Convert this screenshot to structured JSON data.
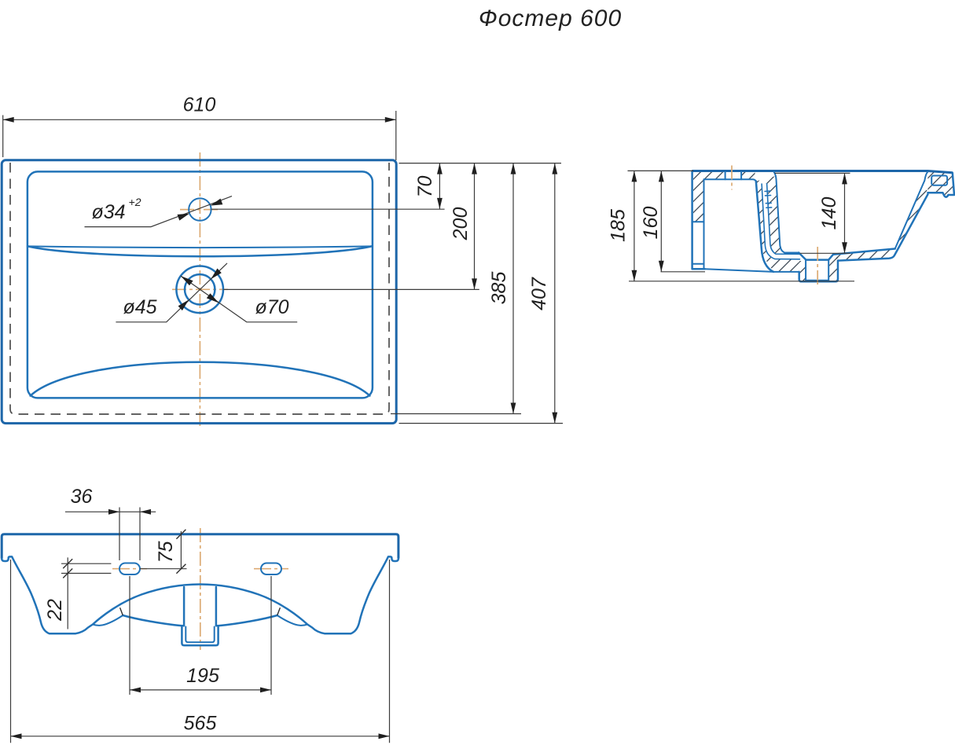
{
  "title": "Фостер 600",
  "colors": {
    "line_blue": "#2173b8",
    "line_blue_dark": "#1d66a9",
    "dim_dark": "#3b3b3b",
    "text_dark": "#212121",
    "centerline_orange": "#dcab74",
    "hatch": "#2e3b48",
    "hidden_gray": "#4d4d4d",
    "background": "#ffffff"
  },
  "top_view": {
    "dims": {
      "width": "610",
      "rim_to_faucet": "70",
      "rim_to_drain": "200",
      "inner_depth": "385",
      "total_depth": "407"
    },
    "labels": {
      "faucet_hole_diameter": "ø34",
      "faucet_hole_tolerance": "+2",
      "drain_inner_diameter": "ø45",
      "drain_outer_diameter": "ø70"
    }
  },
  "section_view": {
    "dims": {
      "total_height": "185",
      "back_wall_height": "160",
      "bowl_depth": "140"
    }
  },
  "front_view": {
    "dims": {
      "slot_width": "36",
      "slot_offset_from_top": "75",
      "slot_height": "22",
      "slot_spacing": "195",
      "body_width": "565"
    }
  }
}
